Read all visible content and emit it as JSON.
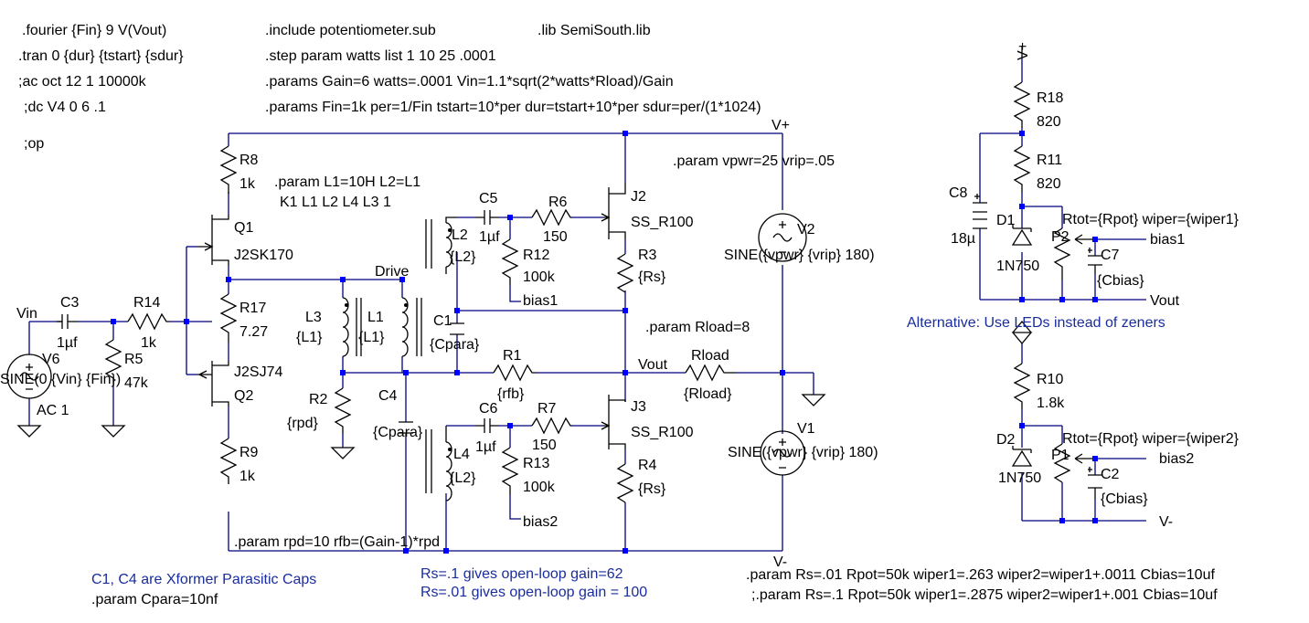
{
  "directives": {
    "fourier": ".fourier {Fin} 9 V(Vout)",
    "tran": ".tran 0 {dur} {tstart} {sdur}",
    "ac": ";ac oct 12 1 10000k",
    "dc": ";dc V4 0 6 .1",
    "op": ";op",
    "include": ".include potentiometer.sub",
    "lib": ".lib SemiSouth.lib",
    "step": ".step param watts list 1  10   25 .0001",
    "params1": ".params Gain=6 watts=.0001 Vin=1.1*sqrt(2*watts*Rload)/Gain",
    "params2": ".params Fin=1k per=1/Fin tstart=10*per dur=tstart+10*per sdur=per/(1*1024)",
    "param_L": ".param L1=10H L2=L1",
    "coupling": "K1 L1 L2 L4  L3 1",
    "param_vpwr": ".param vpwr=25 vrip=.05",
    "param_rload": ".param Rload=8",
    "param_rpd": ".param rpd=10 rfb=(Gain-1)*rpd",
    "param_cpara": ".param Cpara=10nf",
    "param_rs1": ".param Rs=.01 Rpot=50k wiper1=.263 wiper2=wiper1+.0011 Cbias=10uf",
    "param_rs2": ";.param Rs=.1 Rpot=50k wiper1=.2875 wiper2=wiper1+.001 Cbias=10uf"
  },
  "comments": {
    "parasitic": "C1, C4 are Xformer Parasitic Caps",
    "gain62": "Rs=.1   gives open-loop gain=62",
    "gain100": "Rs=.01 gives open-loop gain = 100",
    "alternative": "Alternative:  Use LEDs instead of zeners"
  },
  "nets": {
    "vin": "Vin",
    "vplus_top": "V+",
    "vplus_right": "V+",
    "vminus_bottom": "V-",
    "vminus_right": "V-",
    "vout_main": "Vout",
    "vout_right": "Vout",
    "drive": "Drive",
    "bias1_a": "bias1",
    "bias2_a": "bias2",
    "bias1_b": "bias1",
    "bias2_b": "bias2"
  },
  "components": {
    "V6": {
      "name": "V6",
      "value": "SINE(0 {Vin} {Fin})",
      "ac": "AC 1"
    },
    "C3": {
      "name": "C3",
      "value": "1µf"
    },
    "R14": {
      "name": "R14",
      "value": "1k"
    },
    "R5": {
      "name": "R5",
      "value": "47k"
    },
    "R8": {
      "name": "R8",
      "value": "1k"
    },
    "Q1": {
      "name": "Q1",
      "value": "J2SK170"
    },
    "R17": {
      "name": "R17",
      "value": "7.27"
    },
    "Q2": {
      "name": "Q2",
      "value": "J2SJ74"
    },
    "R9": {
      "name": "R9",
      "value": "1k"
    },
    "L3": {
      "name": "L3",
      "value": "{L1}"
    },
    "L1": {
      "name": "L1",
      "value": "{L1}"
    },
    "R2": {
      "name": "R2",
      "value": "{rpd}"
    },
    "C4": {
      "name": "C4",
      "value": "{Cpara}"
    },
    "C1": {
      "name": "C1",
      "value": "{Cpara}"
    },
    "L2": {
      "name": "L2",
      "value": "{L2}"
    },
    "L4": {
      "name": "L4",
      "value": "{L2}"
    },
    "C5": {
      "name": "C5",
      "value": "1µf"
    },
    "C6": {
      "name": "C6",
      "value": "1µf"
    },
    "R6": {
      "name": "R6",
      "value": "150"
    },
    "R7": {
      "name": "R7",
      "value": "150"
    },
    "R12": {
      "name": "R12",
      "value": "100k"
    },
    "R13": {
      "name": "R13",
      "value": "100k"
    },
    "R1": {
      "name": "R1",
      "value": "{rfb}"
    },
    "J2": {
      "name": "J2",
      "value": "SS_R100"
    },
    "J3": {
      "name": "J3",
      "value": "SS_R100"
    },
    "R3": {
      "name": "R3",
      "value": "{Rs}"
    },
    "R4": {
      "name": "R4",
      "value": "{Rs}"
    },
    "Rload": {
      "name": "Rload",
      "value": "{Rload}"
    },
    "V2": {
      "name": "V2",
      "value": "SINE({vpwr} {vrip} 180)"
    },
    "V1": {
      "name": "V1",
      "value": "SINE({vpwr} {vrip} 180)"
    },
    "R18": {
      "name": "R18",
      "value": "820"
    },
    "R11": {
      "name": "R11",
      "value": "820"
    },
    "C8": {
      "name": "C8",
      "value": "18µ"
    },
    "D1": {
      "name": "D1",
      "value": "1N750"
    },
    "P2": {
      "name": "P2",
      "value": "Rtot={Rpot} wiper={wiper1}"
    },
    "C7": {
      "name": "C7",
      "value": "{Cbias}"
    },
    "R10": {
      "name": "R10",
      "value": "1.8k"
    },
    "D2": {
      "name": "D2",
      "value": "1N750"
    },
    "P1": {
      "name": "P1",
      "value": "Rtot={Rpot} wiper={wiper2}"
    },
    "C2": {
      "name": "C2",
      "value": "{Cbias}"
    }
  },
  "colors": {
    "wire": "#000080",
    "junction": "#0000ff",
    "comment": "#1a2d9c",
    "symbol": "#000000"
  }
}
